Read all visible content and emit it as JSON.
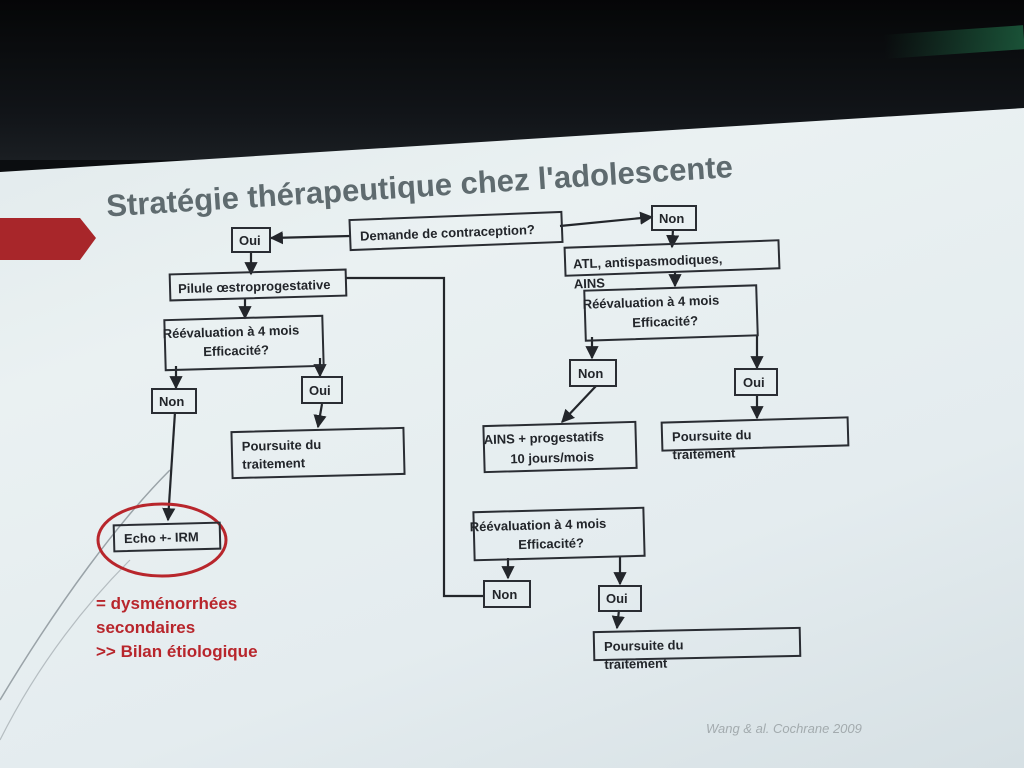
{
  "title": "Stratégie thérapeutique chez l'adolescente",
  "nodes": {
    "demande": "Demande de contraception?",
    "oui_top": "Oui",
    "non_top": "Non",
    "pilule": "Pilule œstroprogestative",
    "reeval_left_l1": "Réévaluation à 4 mois",
    "reeval_left_l2": "Efficacité?",
    "non_left": "Non",
    "oui_left": "Oui",
    "poursuite_left_l1": "Poursuite du",
    "poursuite_left_l2": "traitement",
    "echo": "Echo +- IRM",
    "atl_l1": "ATL, antispasmodiques,",
    "atl_l2": "AINS",
    "reeval_right_l1": "Réévaluation à 4 mois",
    "reeval_right_l2": "Efficacité?",
    "non_right": "Non",
    "oui_right": "Oui",
    "ains_l1": "AINS + progestatifs",
    "ains_l2": "10 jours/mois",
    "poursuite_right_l1": "Poursuite du",
    "poursuite_right_l2": "traitement",
    "reeval_center_l1": "Réévaluation à 4 mois",
    "reeval_center_l2": "Efficacité?",
    "non_center": "Non",
    "oui_center": "Oui",
    "poursuite_center_l1": "Poursuite du",
    "poursuite_center_l2": "traitement"
  },
  "note": {
    "line1": "= dysménorrhées",
    "line2": "secondaires",
    "line3": ">> Bilan étiologique"
  },
  "reference": "Wang & al. Cochrane 2009",
  "colors": {
    "accent_red": "#b8262c",
    "title_gray": "#5f6b6f",
    "box_stroke": "#2a2d33"
  }
}
